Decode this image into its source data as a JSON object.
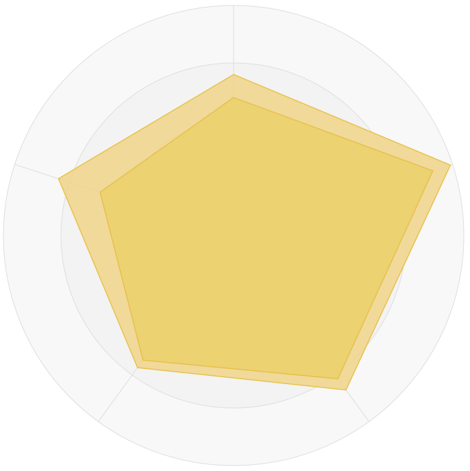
{
  "chart_data": {
    "type": "radar",
    "title": "",
    "axes_count": 5,
    "rmax": 1.0,
    "rings": [
      0.25,
      0.5,
      0.75,
      1.0
    ],
    "grid": true,
    "band_colors": [
      "#f3f3f3",
      "#f8f8f8"
    ],
    "grid_color": "#dddddd",
    "series": [
      {
        "values": [
          0.7,
          0.99,
          0.83,
          0.71,
          0.8
        ],
        "color": "#f0d48a",
        "stroke": "#e8c24a",
        "opacity": 0.85
      },
      {
        "values": [
          0.6,
          0.91,
          0.77,
          0.67,
          0.61
        ],
        "color": "#ecd068",
        "stroke": "#e5c14a",
        "opacity": 0.8
      }
    ]
  }
}
